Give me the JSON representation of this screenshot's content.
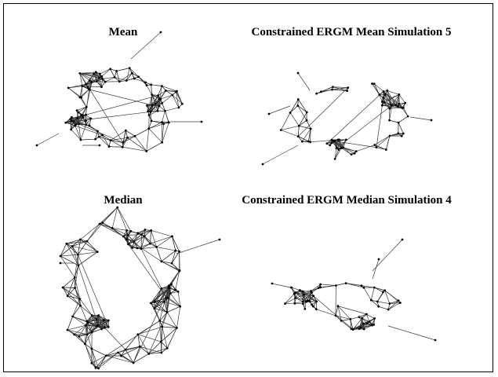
{
  "panels": [
    {
      "title": "Mean"
    },
    {
      "title": "Constrained ERGM Mean Simulation 5"
    },
    {
      "title": "Median"
    },
    {
      "title": "Constrained ERGM Median Simulation 4"
    }
  ],
  "colors": {
    "edge": "#3a3a3a",
    "node": "#000000",
    "border": "#000000",
    "background": "#ffffff"
  }
}
